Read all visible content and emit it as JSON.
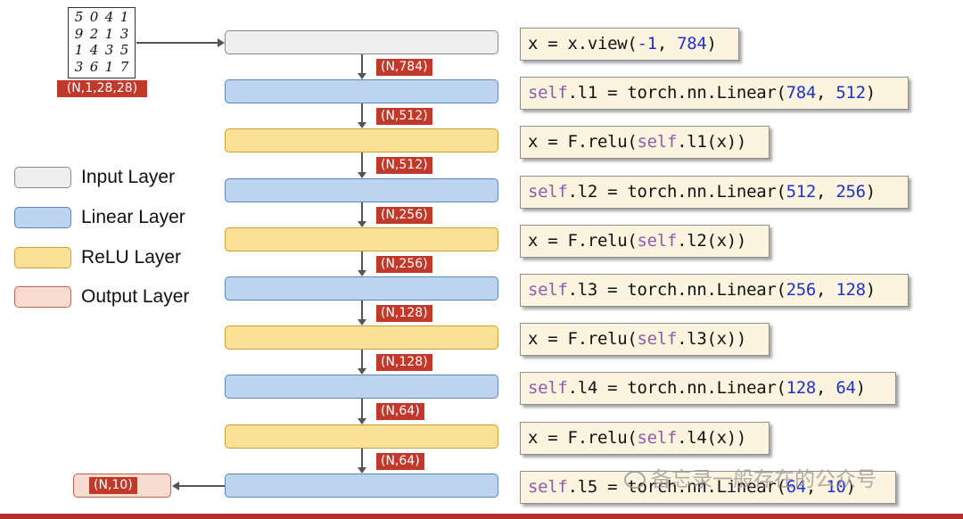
{
  "input_image": {
    "digits": [
      "5",
      "0",
      "4",
      "1",
      "9",
      "2",
      "1",
      "3",
      "1",
      "4",
      "3",
      "5",
      "3",
      "6",
      "1",
      "7"
    ],
    "shape_label": "(N,1,28,28)"
  },
  "legend": [
    {
      "label": "Input Layer",
      "kind": "input"
    },
    {
      "label": "Linear Layer",
      "kind": "linear"
    },
    {
      "label": "ReLU Layer",
      "kind": "relu"
    },
    {
      "label": "Output Layer",
      "kind": "output"
    }
  ],
  "layers": [
    {
      "kind": "input",
      "code": [
        {
          "t": "x = x.view(",
          "c": "plain"
        },
        {
          "t": "-1",
          "c": "num"
        },
        {
          "t": ", ",
          "c": "plain"
        },
        {
          "t": "784",
          "c": "num"
        },
        {
          "t": ")",
          "c": "plain"
        }
      ]
    },
    {
      "kind": "linear",
      "code": [
        {
          "t": "self",
          "c": "kw"
        },
        {
          "t": ".l1 = torch.nn.Linear(",
          "c": "plain"
        },
        {
          "t": "784",
          "c": "num"
        },
        {
          "t": ", ",
          "c": "plain"
        },
        {
          "t": "512",
          "c": "num"
        },
        {
          "t": ")",
          "c": "plain"
        }
      ]
    },
    {
      "kind": "relu",
      "code": [
        {
          "t": "x = F.relu(",
          "c": "plain"
        },
        {
          "t": "self",
          "c": "kw"
        },
        {
          "t": ".l1(x))",
          "c": "plain"
        }
      ]
    },
    {
      "kind": "linear",
      "code": [
        {
          "t": "self",
          "c": "kw"
        },
        {
          "t": ".l2 = torch.nn.Linear(",
          "c": "plain"
        },
        {
          "t": "512",
          "c": "num"
        },
        {
          "t": ", ",
          "c": "plain"
        },
        {
          "t": "256",
          "c": "num"
        },
        {
          "t": ")",
          "c": "plain"
        }
      ]
    },
    {
      "kind": "relu",
      "code": [
        {
          "t": "x = F.relu(",
          "c": "plain"
        },
        {
          "t": "self",
          "c": "kw"
        },
        {
          "t": ".l2(x))",
          "c": "plain"
        }
      ]
    },
    {
      "kind": "linear",
      "code": [
        {
          "t": "self",
          "c": "kw"
        },
        {
          "t": ".l3 = torch.nn.Linear(",
          "c": "plain"
        },
        {
          "t": "256",
          "c": "num"
        },
        {
          "t": ", ",
          "c": "plain"
        },
        {
          "t": "128",
          "c": "num"
        },
        {
          "t": ")",
          "c": "plain"
        }
      ]
    },
    {
      "kind": "relu",
      "code": [
        {
          "t": "x = F.relu(",
          "c": "plain"
        },
        {
          "t": "self",
          "c": "kw"
        },
        {
          "t": ".l3(x))",
          "c": "plain"
        }
      ]
    },
    {
      "kind": "linear",
      "code": [
        {
          "t": "self",
          "c": "kw"
        },
        {
          "t": ".l4 = torch.nn.Linear(",
          "c": "plain"
        },
        {
          "t": "128",
          "c": "num"
        },
        {
          "t": ", ",
          "c": "plain"
        },
        {
          "t": "64",
          "c": "num"
        },
        {
          "t": ")",
          "c": "plain"
        }
      ]
    },
    {
      "kind": "relu",
      "code": [
        {
          "t": "x = F.relu(",
          "c": "plain"
        },
        {
          "t": "self",
          "c": "kw"
        },
        {
          "t": ".l4(x))",
          "c": "plain"
        }
      ]
    },
    {
      "kind": "linear",
      "code": [
        {
          "t": "self",
          "c": "kw"
        },
        {
          "t": ".l5 = torch.nn.Linear(",
          "c": "plain"
        },
        {
          "t": "64",
          "c": "num"
        },
        {
          "t": ", ",
          "c": "plain"
        },
        {
          "t": "10",
          "c": "num"
        },
        {
          "t": ")",
          "c": "plain"
        }
      ]
    }
  ],
  "edge_shapes": [
    "(N,784)",
    "(N,512)",
    "(N,512)",
    "(N,256)",
    "(N,256)",
    "(N,128)",
    "(N,128)",
    "(N,64)",
    "(N,64)"
  ],
  "output": {
    "shape_label": "(N,10)"
  },
  "watermark": "备忘录一般存在的公众号",
  "colors": {
    "input": "#efefef",
    "linear": "#bcd4ee",
    "relu": "#fbe195",
    "output": "#f9dccf",
    "tag": "#c0392b",
    "keyword": "#8f5ca8",
    "number": "#1f33c9",
    "code_bg": "#fdf4df"
  }
}
